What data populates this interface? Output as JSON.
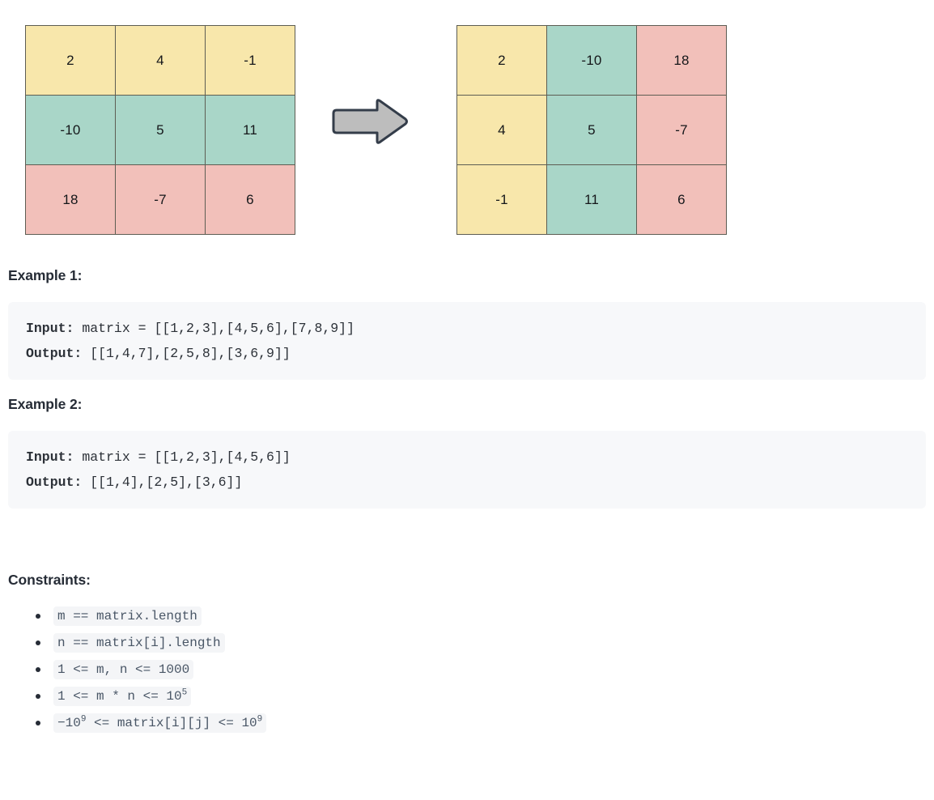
{
  "figure": {
    "caption_alt": "matrix transpose illustration",
    "arrow_icon": "right-block-arrow-icon",
    "colors": {
      "yellow": "#f8e7ab",
      "teal": "#a9d6c8",
      "pink": "#f2c0ba",
      "cell_border": "#5d5d53",
      "arrow_fill": "#bdbdbd",
      "arrow_stroke": "#343d4a"
    },
    "input_matrix": {
      "rows": [
        {
          "cells": [
            "2",
            "4",
            "-1"
          ],
          "color": "yellow"
        },
        {
          "cells": [
            "-10",
            "5",
            "11"
          ],
          "color": "teal"
        },
        {
          "cells": [
            "18",
            "-7",
            "6"
          ],
          "color": "pink"
        }
      ]
    },
    "output_matrix": {
      "rows": [
        {
          "cells": [
            "2",
            "-10",
            "18"
          ],
          "colors": [
            "yellow",
            "teal",
            "pink"
          ]
        },
        {
          "cells": [
            "4",
            "5",
            "-7"
          ],
          "colors": [
            "yellow",
            "teal",
            "pink"
          ]
        },
        {
          "cells": [
            "-1",
            "11",
            "6"
          ],
          "colors": [
            "yellow",
            "teal",
            "pink"
          ]
        }
      ]
    }
  },
  "examples": [
    {
      "heading": "Example 1:",
      "input_label": "Input:",
      "input_value": " matrix = [[1,2,3],[4,5,6],[7,8,9]]",
      "output_label": "Output:",
      "output_value": " [[1,4,7],[2,5,8],[3,6,9]]"
    },
    {
      "heading": "Example 2:",
      "input_label": "Input:",
      "input_value": " matrix = [[1,2,3],[4,5,6]]",
      "output_label": "Output:",
      "output_value": " [[1,4],[2,5],[3,6]]"
    }
  ],
  "constraints": {
    "heading": "Constraints:",
    "items": [
      {
        "text": "m == matrix.length"
      },
      {
        "text": "n == matrix[i].length"
      },
      {
        "text": "1 <= m, n <= 1000"
      },
      {
        "pre": "1 <= m * n <= 10",
        "sup": "5",
        "post": ""
      },
      {
        "pre": "−10",
        "sup": "9",
        "mid": " <= matrix[i][j] <= 10",
        "sup2": "9",
        "post": ""
      }
    ]
  }
}
